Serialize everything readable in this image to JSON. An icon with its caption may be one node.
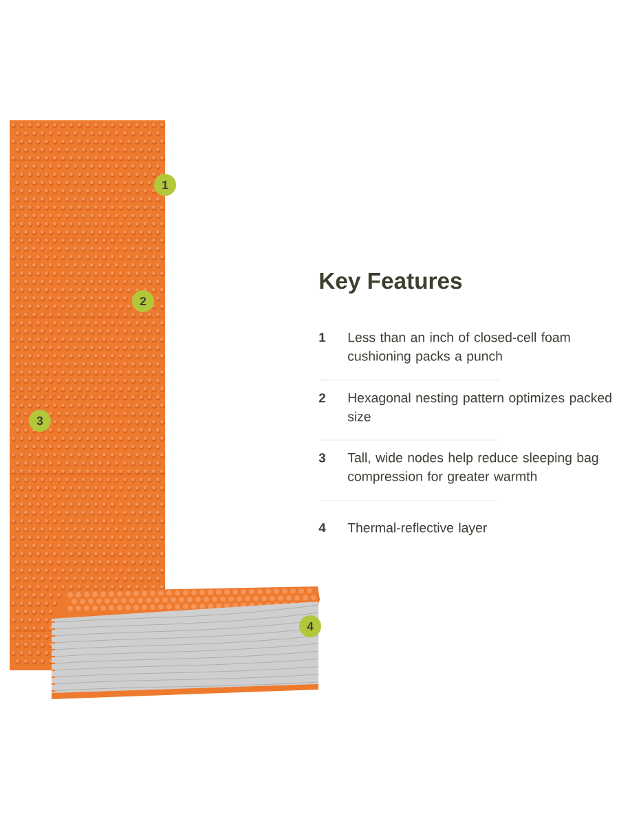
{
  "diagram": {
    "title": "Key Features",
    "nodes": [
      {
        "text": [
          "1"
        ]
      },
      {
        "text": [
          "2"
        ]
      },
      {
        "text": [
          "3"
        ]
      },
      {
        "text": [
          "4"
        ]
      }
    ],
    "labels": [
      "1",
      "Less than an inch of closed-cell foam cushioning packs a punch",
      "2",
      "Hexagonal nesting pattern optimizes packed size",
      "3",
      "Tall, wide nodes help reduce sleeping bag compression for greater warmth",
      "4",
      "Thermal-reflective layer"
    ]
  }
}
